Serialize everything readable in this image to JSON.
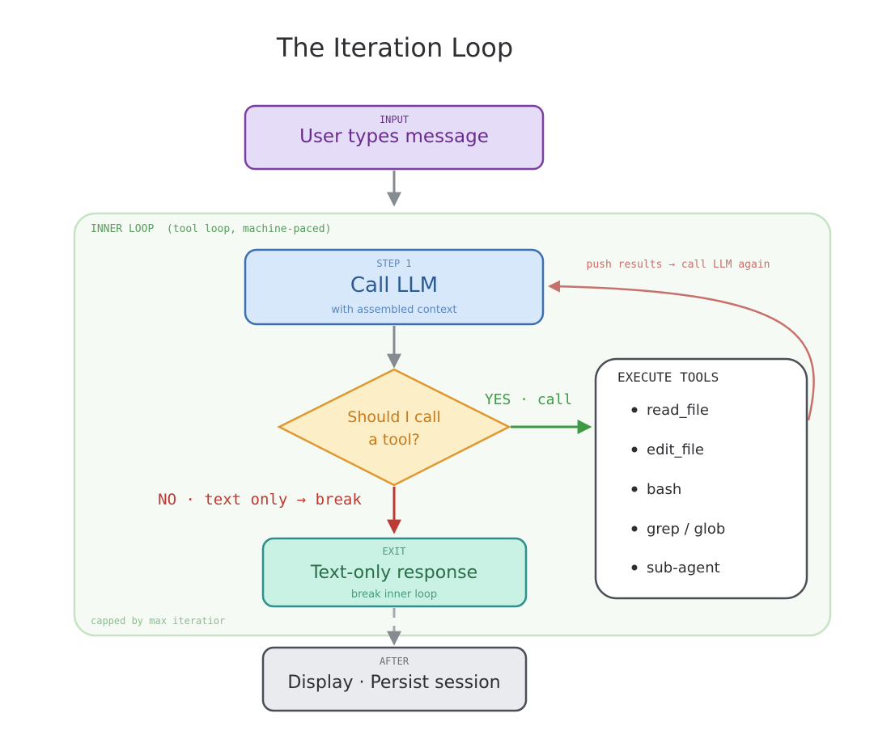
{
  "title": "The Iteration Loop",
  "input_box": {
    "tag": "INPUT",
    "label": "User types message"
  },
  "inner_loop": {
    "label": "INNER LOOP  (tool loop, machine-paced)",
    "footer": "capped by max iteratior"
  },
  "step1_box": {
    "tag": "STEP 1",
    "label": "Call LLM",
    "sublabel": "with assembled context"
  },
  "decision": {
    "line1": "Should I call",
    "line2": "a tool?"
  },
  "edges": {
    "yes_label": "YES · call",
    "no_label": "NO · text only → break",
    "push_label": "push results → call LLM again"
  },
  "tools_box": {
    "title": "EXECUTE TOOLS",
    "items": [
      "read_file",
      "edit_file",
      "bash",
      "grep / glob",
      "sub-agent"
    ]
  },
  "exit_box": {
    "tag": "EXIT",
    "label": "Text-only response",
    "sublabel": "break inner loop"
  },
  "after_box": {
    "tag": "AFTER",
    "label": "Display · Persist session"
  },
  "colors": {
    "input_fill": "#e5dcf8",
    "input_stroke": "#7b3fa3",
    "input_text": "#6a2d8f",
    "loop_fill": "#f5fbf4",
    "loop_stroke": "#c6e3c4",
    "loop_text": "#5a9a5f",
    "step_fill": "#d7e8fb",
    "step_stroke": "#3d6fb0",
    "step_text": "#2c5a93",
    "decision_fill": "#fcefc7",
    "decision_stroke": "#e0972e",
    "decision_text": "#c77a1d",
    "yes_color": "#3f9a45",
    "no_color": "#bd3a33",
    "push_color": "#c8706b",
    "exit_fill": "#c9f1e4",
    "exit_stroke": "#2f8f8a",
    "exit_text": "#2a6e4a",
    "after_fill": "#e9ebee",
    "after_stroke": "#4a4f57",
    "after_text": "#2d2f33",
    "gray_arrow": "#868b91"
  }
}
